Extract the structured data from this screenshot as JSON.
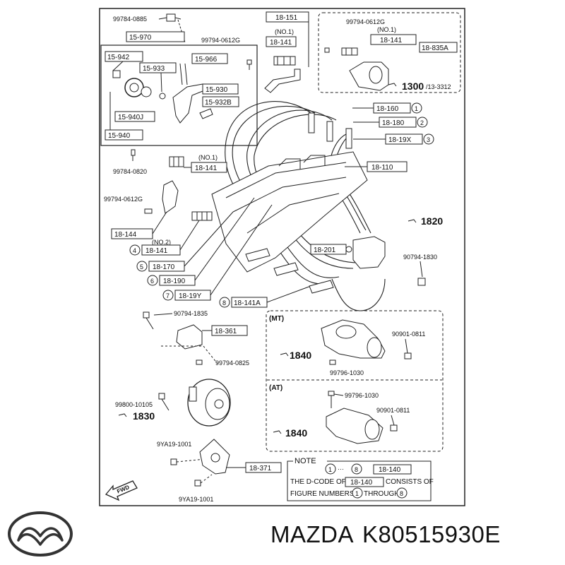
{
  "brand": "MAZDA",
  "part_number": "K80515930E",
  "diagram": {
    "parts": {
      "p_99784_0885": "99784-0885",
      "p_15_970": "15-970",
      "p_15_942": "15-942",
      "p_15_966": "15-966",
      "p_15_933": "15-933",
      "p_15_930": "15-930",
      "p_15_932B": "15-932B",
      "p_15_940J": "15-940J",
      "p_15_940": "15-940",
      "p_99784_0820": "99784-0820",
      "p_99794_0612G_a": "99794-0612G",
      "p_18_151": "18-151",
      "p_no1_a": "(NO.1)",
      "p_18_141_a": "18-141",
      "p_99794_0612G_b": "99794-0612G",
      "p_no1_b": "(NO.1)",
      "p_18_141_b": "18-141",
      "p_18_835A": "18-835A",
      "p_1300": "1300",
      "p_13_3312": "/13-3312",
      "p_18_160": "18-160",
      "p_18_180": "18-180",
      "p_18_19X": "18-19X",
      "p_18_110": "18-110",
      "p_no1_c": "(NO.1)",
      "p_18_141_c": "18-141",
      "p_99794_0612G_c": "99794-0612G",
      "p_18_144": "18-144",
      "p_no2": "(NO.2)",
      "p_18_141_d": "18-141",
      "p_18_170": "18-170",
      "p_18_190": "18-190",
      "p_18_19Y": "18-19Y",
      "p_18_141A": "18-141A",
      "p_18_201": "18-201",
      "p_1820": "1820",
      "p_90794_1830": "90794-1830",
      "p_90794_1835": "90794-1835",
      "p_18_361": "18-361",
      "p_99794_0825": "99794-0825",
      "p_99800_10105": "99800-10105",
      "p_1830": "1830",
      "p_9YA19_1001_a": "9YA19-1001",
      "p_9YA19_1001_b": "9YA19-1001",
      "p_18_371": "18-371",
      "p_mt": "(MT)",
      "p_90901_0811_a": "90901-0811",
      "p_1840_a": "1840",
      "p_99796_1030_a": "99796-1030",
      "p_at": "(AT)",
      "p_99796_1030_b": "99796-1030",
      "p_90901_0811_b": "90901-0811",
      "p_1840_b": "1840",
      "p_fwd": "FWD"
    },
    "callouts": {
      "c1": "1",
      "c2": "2",
      "c3": "3",
      "c4": "4",
      "c5": "5",
      "c6": "6",
      "c7": "7",
      "c8": "8"
    },
    "note": {
      "title": "NOTE",
      "range_from": "1",
      "range_sep": "···",
      "range_to": "8",
      "code": "18-140",
      "line2_pre": "THE D-CODE OF",
      "line2_code": "18-140",
      "line2_post": "CONSISTS OF",
      "line3_pre": "FIGURE NUMBERS",
      "line3_from": "1",
      "line3_mid": "THROUGH",
      "line3_to": "8"
    }
  }
}
